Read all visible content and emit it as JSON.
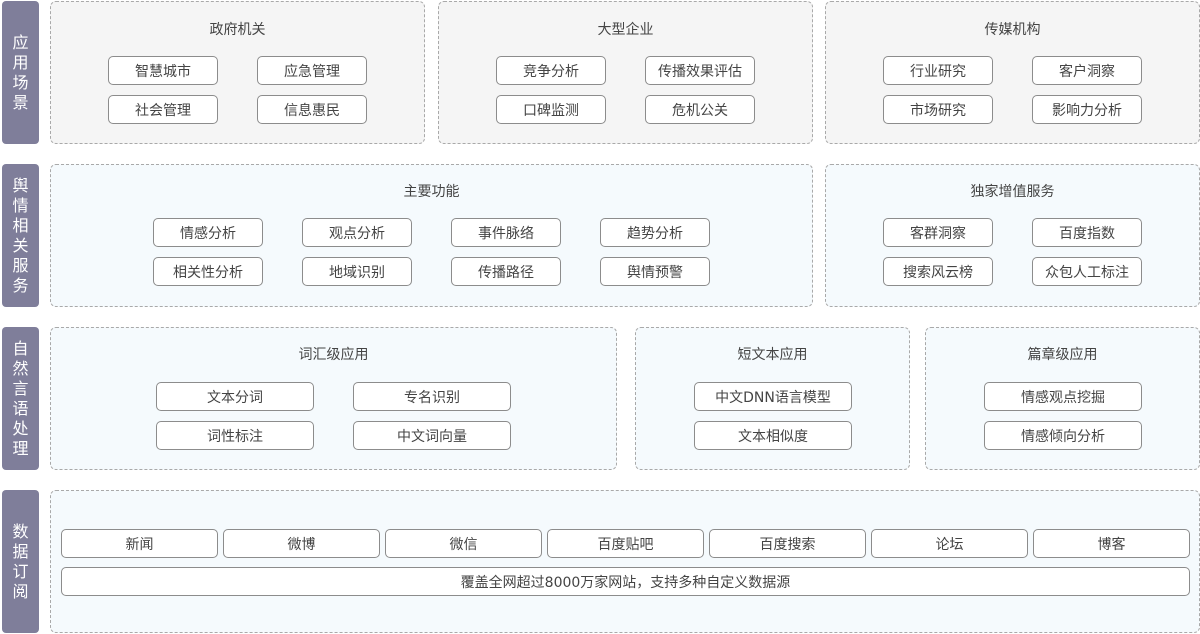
{
  "rows": [
    {
      "label": "应用场景",
      "panels": [
        {
          "title": "政府机关",
          "buttons": [
            "智慧城市",
            "应急管理",
            "社会管理",
            "信息惠民"
          ]
        },
        {
          "title": "大型企业",
          "buttons": [
            "竞争分析",
            "传播效果评估",
            "口碑监测",
            "危机公关"
          ]
        },
        {
          "title": "传媒机构",
          "buttons": [
            "行业研究",
            "客户洞察",
            "市场研究",
            "影响力分析"
          ]
        }
      ]
    },
    {
      "label": "舆情相关服务",
      "panels": [
        {
          "title": "主要功能",
          "buttons": [
            "情感分析",
            "观点分析",
            "事件脉络",
            "趋势分析",
            "相关性分析",
            "地域识别",
            "传播路径",
            "舆情预警"
          ]
        },
        {
          "title": "独家增值服务",
          "buttons": [
            "客群洞察",
            "百度指数",
            "搜索风云榜",
            "众包人工标注"
          ]
        }
      ]
    },
    {
      "label": "自然言语处理",
      "panels": [
        {
          "title": "词汇级应用",
          "buttons": [
            "文本分词",
            "专名识别",
            "词性标注",
            "中文词向量"
          ]
        },
        {
          "title": "短文本应用",
          "buttons": [
            "中文DNN语言模型",
            "文本相似度"
          ]
        },
        {
          "title": "篇章级应用",
          "buttons": [
            "情感观点挖掘",
            "情感倾向分析"
          ]
        }
      ]
    },
    {
      "label": "数据订阅",
      "panels": [
        {
          "sources": [
            "新闻",
            "微博",
            "微信",
            "百度贴吧",
            "百度搜索",
            "论坛",
            "博客"
          ],
          "summary": "覆盖全网超过8000万家网站，支持多种自定义数据源"
        }
      ]
    }
  ]
}
